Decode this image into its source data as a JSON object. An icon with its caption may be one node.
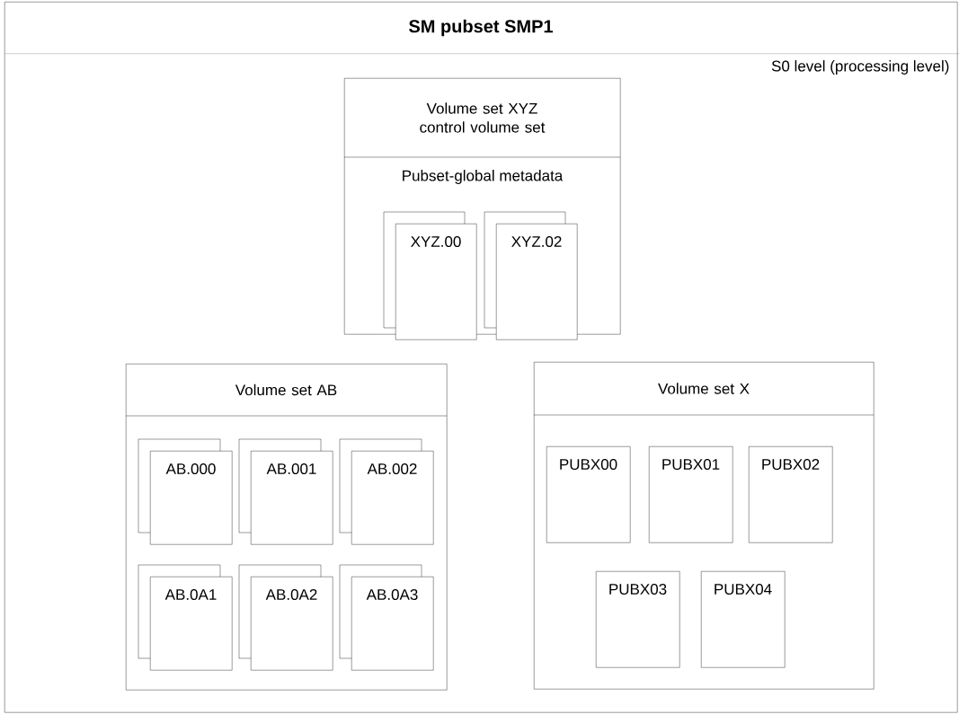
{
  "diagram": {
    "nodes": [
      {
        "text": [
          "SM pubset SMP1",
          "S0 level (processing level)"
        ]
      },
      {
        "text": [
          "Volume set XYZ control volume set",
          "Pubset-global metadata"
        ],
        "in": 0
      },
      {
        "text": [
          "XYZ.00"
        ],
        "in": 1
      },
      {
        "text": [
          "XYZ.02"
        ],
        "in": 1
      },
      {
        "text": [
          "Volume set AB"
        ],
        "in": 0
      },
      {
        "text": [
          "AB.000"
        ],
        "in": 4
      },
      {
        "text": [
          "AB.001"
        ],
        "in": 4
      },
      {
        "text": [
          "AB.002"
        ],
        "in": 4
      },
      {
        "text": [
          "AB.0A1"
        ],
        "in": 4
      },
      {
        "text": [
          "AB.0A2"
        ],
        "in": 4
      },
      {
        "text": [
          "AB.0A3"
        ],
        "in": 4
      },
      {
        "text": [
          "Volume set X"
        ],
        "in": 0
      },
      {
        "text": [
          "PUBX00"
        ],
        "in": 11
      },
      {
        "text": [
          "PUBX01"
        ],
        "in": 11
      },
      {
        "text": [
          "PUBX02"
        ],
        "in": 11
      },
      {
        "text": [
          "PUBX03"
        ],
        "in": 11
      },
      {
        "text": [
          "PUBX04"
        ],
        "in": 11
      }
    ]
  }
}
